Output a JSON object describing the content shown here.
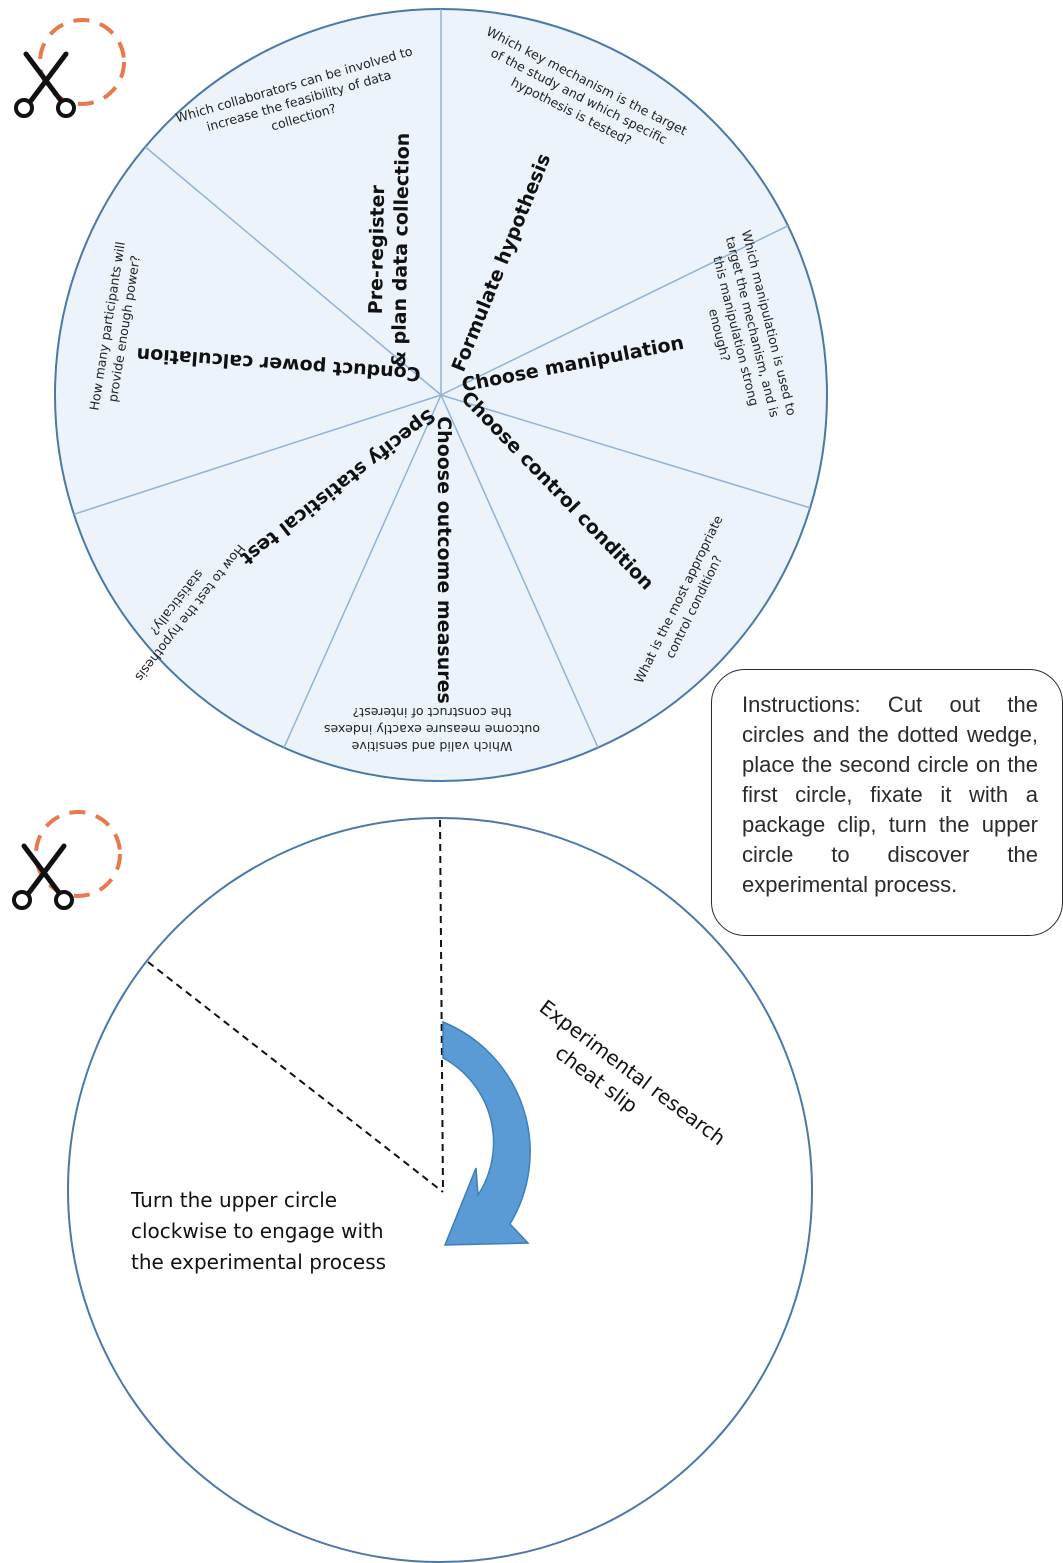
{
  "top_wheel": {
    "segments": [
      {
        "title": [
          "Formulate hypothesis"
        ],
        "question": [
          "Which key mechanism is the target",
          "of the study and which specific",
          "hypothesis is tested?"
        ]
      },
      {
        "title": [
          "Choose manipulation"
        ],
        "question": [
          "Which manipulation is used to",
          "target the mechanism, and is",
          "this manipulation strong",
          "enough?"
        ]
      },
      {
        "title": [
          "Choose control condition"
        ],
        "question": [
          "What is the most appropriate",
          "control condition?"
        ]
      },
      {
        "title": [
          "Choose outcome measures"
        ],
        "question": [
          "Which valid and sensitive",
          "outcome measure exactly indexes",
          "the construct of interest?"
        ]
      },
      {
        "title": [
          "Specify statistical test"
        ],
        "question": [
          "How to test the hypothesis",
          "statistically?"
        ]
      },
      {
        "title": [
          "Conduct power calculation"
        ],
        "question": [
          "How many participants will",
          "provide enough power?"
        ]
      },
      {
        "title": [
          "Pre-register",
          "& plan data collection"
        ],
        "question": [
          "Which collaborators can be involved to",
          "increase the feasibility of data",
          "collection?"
        ]
      }
    ]
  },
  "instructions": {
    "text": "Instructions: Cut out the circles and the dotted wedge, place the second circle on the first circle, fixate it with a package clip, turn the upper circle to discover the experimental process."
  },
  "bottom_wheel": {
    "cheat_slip_lines": [
      "Experimental research",
      "cheat slip"
    ],
    "turn_note": "Turn the upper circle clockwise to engage with the experimental process"
  },
  "colors": {
    "wheel_fill": "#edf3fa",
    "wheel_outline": "#4a78a8",
    "spoke": "#8fb3d9",
    "arrow": "#5b9bd5",
    "scissor_dash": "#e9784d"
  },
  "icons": {
    "scissors": "scissors-icon",
    "rotate_arrow": "curved-arrow-icon"
  }
}
